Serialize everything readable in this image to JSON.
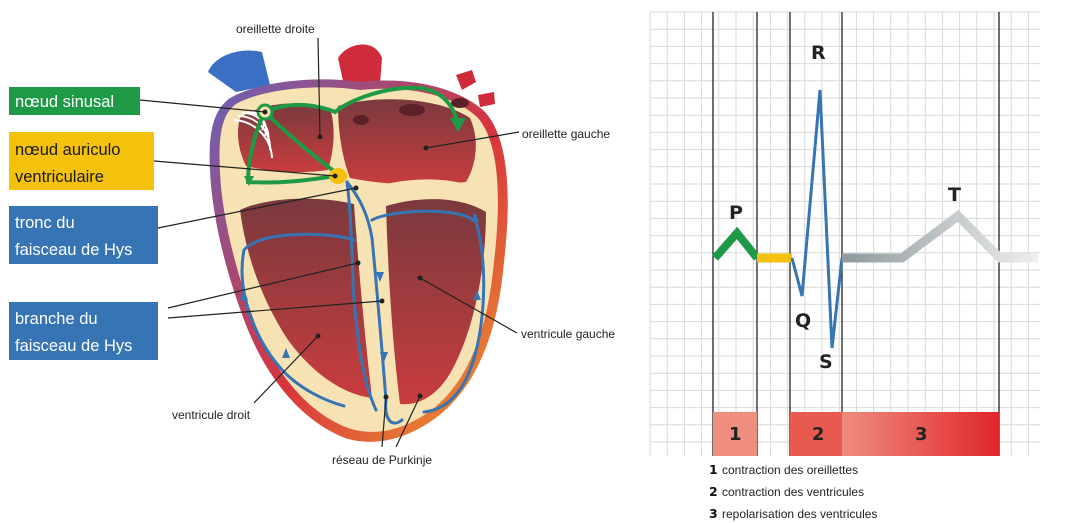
{
  "heart": {
    "labels": {
      "oreillette_droite": "oreillette droite",
      "oreillette_gauche": "oreillette gauche",
      "ventricule_gauche": "ventricule gauche",
      "ventricule_droit": "ventricule droit",
      "reseau_purkinje": "réseau de Purkinje"
    },
    "boxes": {
      "noeud_sinusal": "nœud sinusal",
      "noeud_av_line1": "nœud auriculo",
      "noeud_av_line2": "ventriculaire",
      "tronc_line1": "tronc du",
      "tronc_line2": "faisceau de Hys",
      "branche_line1": "branche du",
      "branche_line2": "faisceau de Hys"
    }
  },
  "ecg": {
    "waves": {
      "p": "P",
      "q": "Q",
      "r": "R",
      "s": "S",
      "t": "T"
    },
    "phases": [
      "1",
      "2",
      "3"
    ],
    "legend": [
      {
        "num": "1",
        "text": "contraction des oreillettes"
      },
      {
        "num": "2",
        "text": "contraction des ventricules"
      },
      {
        "num": "3",
        "text": "repolarisation des ventricules"
      }
    ]
  },
  "colors": {
    "green": "#1e9a46",
    "yellow": "#f4c20d",
    "blue": "#3674b3",
    "grid": "#d9d9d9",
    "phase_red": "#e0262a"
  }
}
